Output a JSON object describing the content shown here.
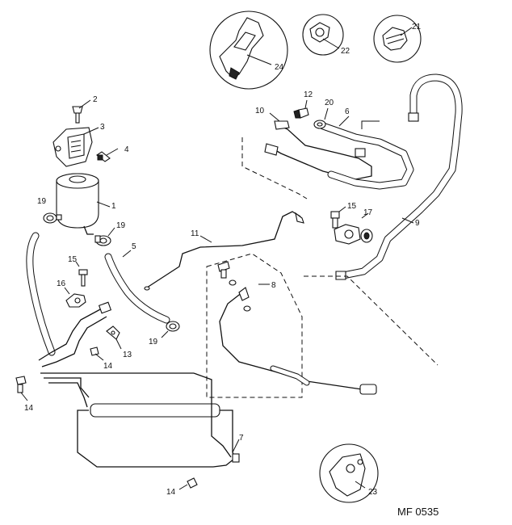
{
  "diagram": {
    "reference_code": "MF 0535",
    "callouts": [
      "1",
      "2",
      "3",
      "4",
      "5",
      "6",
      "7",
      "8",
      "9",
      "10",
      "11",
      "12",
      "13",
      "14",
      "15",
      "16",
      "17",
      "19",
      "20",
      "21",
      "22",
      "23",
      "24"
    ]
  },
  "labels": {
    "l1": "1",
    "l2": "2",
    "l3": "3",
    "l4": "4",
    "l5": "5",
    "l6": "6",
    "l7": "7",
    "l8": "8",
    "l9": "9",
    "l10": "10",
    "l11": "11",
    "l12": "12",
    "l13": "13",
    "l14a": "14",
    "l14b": "14",
    "l14c": "14",
    "l15a": "15",
    "l15b": "15",
    "l16": "16",
    "l17": "17",
    "l19a": "19",
    "l19b": "19",
    "l19c": "19",
    "l20": "20",
    "l21": "21",
    "l22": "22",
    "l23": "23",
    "l24": "24"
  }
}
